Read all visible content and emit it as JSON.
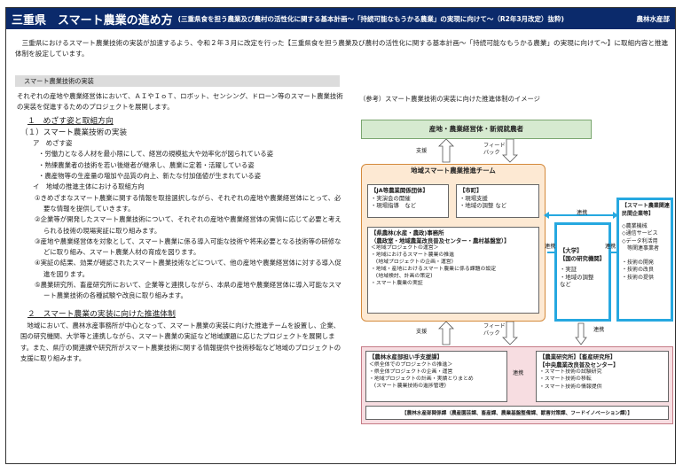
{
  "header": {
    "title": "三重県　スマート農業の進め方",
    "subtitle": "(三重県食を担う農業及び農村の活性化に関する基本計画～「持続可能なもうかる農業」の実現に向けて～（R2年3月改定）抜粋)",
    "org": "農林水産部"
  },
  "intro": "　三重県におけるスマート農業技術の実装が加速するよう、令和２年３月に改定を行った【三重県食を担う農業及び農村の活性化に関する基本計画～「持続可能なもうかる農業」の実現に向けて～】に取組内容と推進体制を設定しています。",
  "section_label": "スマート農業技術の実装",
  "left": {
    "lead": "それぞれの産地や農業経営体において、ＡＩやＩｏＴ、ロボット、センシング、ドローン等のスマート農業技術の実装を促進するためのプロジェクトを展開します。",
    "h1": "１　めざす姿と取組方向",
    "h2": "（１）スマート農業技術の実装",
    "a_label": "ア　めざす姿",
    "a_items": [
      "・労働力となる人材を最小限にして、経営の規模拡大や効率化が図られている姿",
      "・熟練農業者の技術を若い後継者が継承し、農業に定着・活躍している姿",
      "・農産物等の生産量の増加や品質の向上、新たな付加価値が生まれている姿"
    ],
    "b_label": "イ　地域の推進主体における取組方向",
    "b_items": [
      "①きめざまなスマート農業に関する情報を取捨選択しながら、それぞれの産地や農業経営体にとって、必要な情報を提供していきます。",
      "②企業等が開発したスマート農業技術について、それぞれの産地や農業経営体の実情に応じて必要と考えられる技術の現場実証に取り組みます。",
      "③産地や農業経営体を対象として、スマート農業に係る導入可能な技術や将来必要となる技術等の研修などに取り組み、スマート農業人材の育成を図ります。",
      "④実証の結果、効果が確認されたスマート農業技術などについて、他の産地や農業経営体に対する導入促進を図ります。",
      "⑤農業研究所、畜産研究所において、企業等と連携しながら、本県の産地や農業経営体に導入可能なスマート農業技術の各種試験や改良に取り組みます。"
    ],
    "h3": "２　スマート農業の実装に向けた推進体制",
    "para2": "　地域において、農林水産事務所が中心となって、スマート農業の実装に向けた推進チームを設置し、企業、国の研究機関、大学等と連携しながら、スマート農業の実証など地域課題に応じたプロジェクトを展開します。また、県庁の関連課や研究所がスマート農業技術に関する情報提供や技術移転など地域のプロジェクトの支援に取り組みます。"
  },
  "diagram": {
    "title": "（参考）スマート農業技術の実装に向けた推進体制のイメージ",
    "top_box": "産地・農業経営体・新規就農者",
    "support1": "支援",
    "feedback1": "フィード\nバック",
    "team_title": "地域スマート農業推進チーム",
    "ja_title": "【JA等農業関係団体】",
    "ja_items": "・実演会の開催\n・現場指導　など",
    "city_title": "【市町】",
    "city_items": "・現場支援\n・地域の調整 など",
    "office_title": "【県農林(水産・農政)事務所\n（農政室・地域農業改良普及センター・農村基盤室）】",
    "office_items": "＜地域プロジェクトの運営＞\n・地域におけるスマート農業の推進\n　(地域プロジェクトの企画・運営)\n・地域・産地におけるスマート農業に係る課題の設定\n　(地域検討、計画の策定)\n・スマート農業の実証",
    "univ_title": "【大学】\n【国の研究機関】",
    "univ_items": "・実証\n・地域の調整\nなど",
    "company_title": "【スマート農業関連\n民間企業等】",
    "company_items": "◇農業機械\n◇通信サービス\n◇データ利活用\n　等関連事業者\n\n・技術の開発\n・技術の改良\n・技術の提供",
    "renkei": "連携",
    "support2": "支援",
    "feedback2": "フィード\nバック",
    "hq_title": "【農林水産部担い手支援課】",
    "hq_items": "＜県全体でのプロジェクトの推進＞\n・県全体プロジェクトの企画・運営\n・地域プロジェクトの計画・実績とりまとめ\n　(スマート農業技術の進捗管理)",
    "lab_title": "【農業研究所】【畜産研究所】\n【中央農業改良普及センター】",
    "lab_items": "・スマート技術の試験研究\n・スマート技術の移転\n・スマート技術の情報提供",
    "bottom_line": "【農林水産部関係課（農産園芸課、畜産課、農業基盤整備課、獣害対策課、フードイノベーション課）】"
  }
}
